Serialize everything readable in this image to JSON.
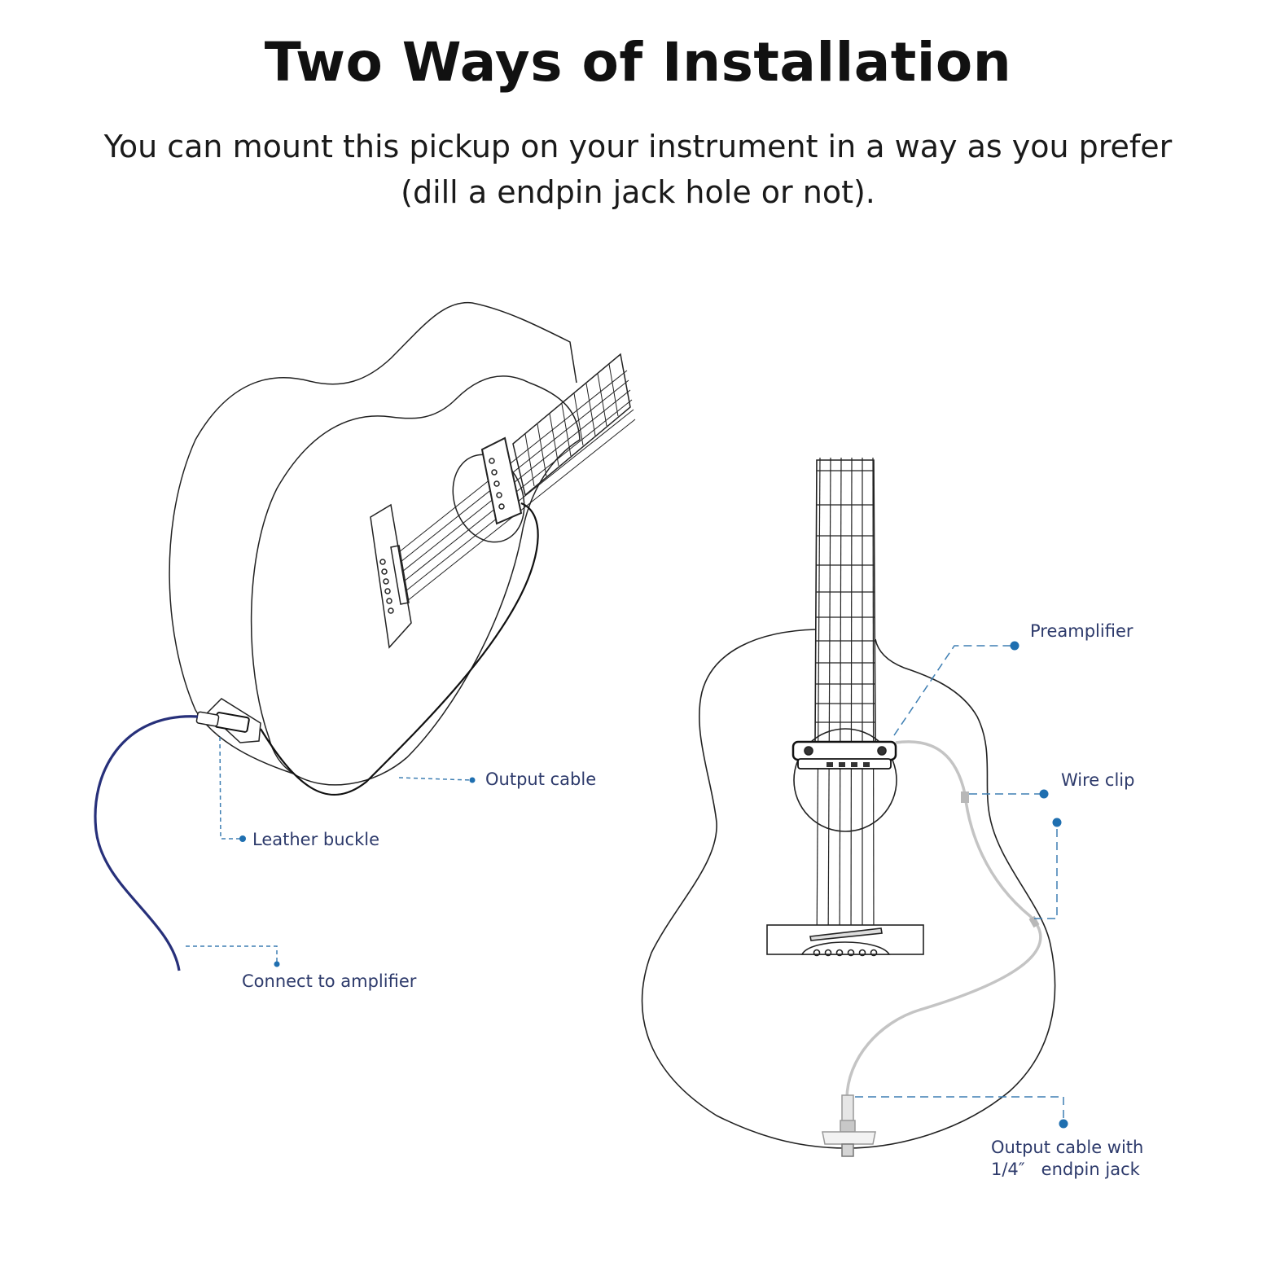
{
  "header": {
    "title": "Two Ways of Installation",
    "subtitle_line1": "You can mount this pickup on your instrument in a way as you prefer",
    "subtitle_line2": "(dill a endpin jack hole or not)."
  },
  "left_diagram": {
    "labels": {
      "output_cable": "Output cable",
      "leather_buckle": "Leather buckle",
      "connect_to_amplifier": "Connect to amplifier"
    }
  },
  "right_diagram": {
    "labels": {
      "preamplifier": "Preamplifier",
      "wire_clip": "Wire clip",
      "output_cable_line1": "Output cable with",
      "output_cable_line2": "1/4″   endpin jack"
    }
  },
  "colors": {
    "label_text": "#2d3a6b",
    "leader_line": "#3f7fb3",
    "leader_dot": "#1f6fb0",
    "amp_cable": "#27307a",
    "guitar_outline": "#222222",
    "grey_cable": "#c4c4c4"
  }
}
